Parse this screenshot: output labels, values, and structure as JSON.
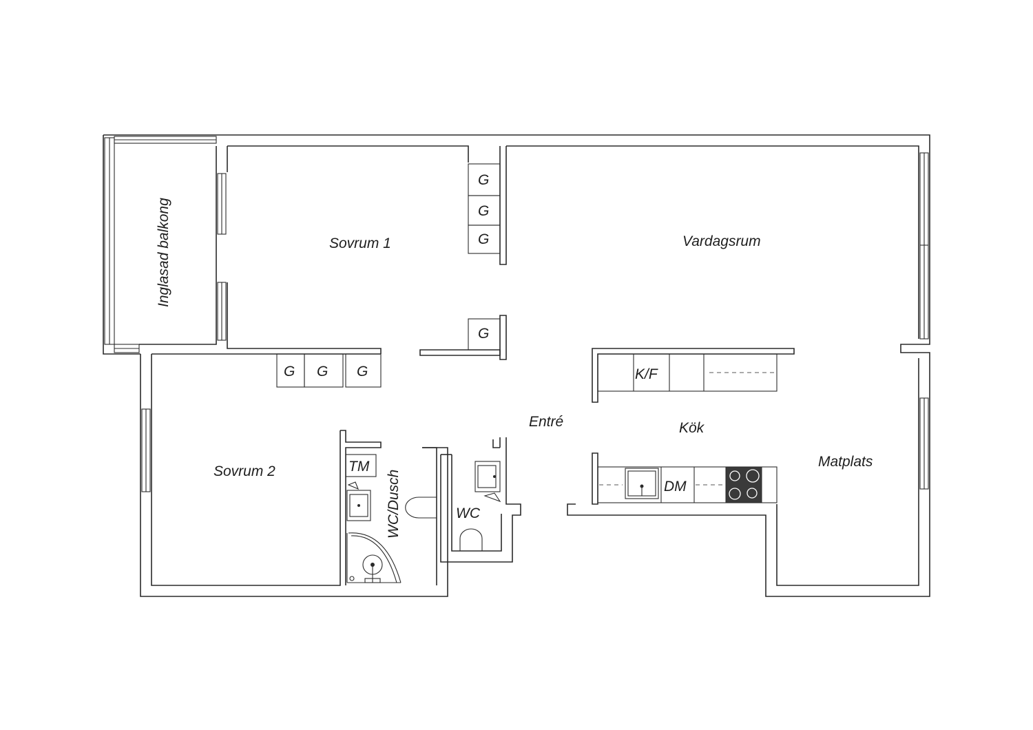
{
  "rooms": {
    "balcony": "Inglasad balkong",
    "bedroom1": "Sovrum 1",
    "bedroom2": "Sovrum 2",
    "living": "Vardagsrum",
    "entrance": "Entré",
    "kitchen": "Kök",
    "dining": "Matplats",
    "bathroom": "WC/Dusch",
    "wc": "WC"
  },
  "fixtures": {
    "wardrobe": "G",
    "fridge_freezer": "K/F",
    "dishwasher": "DM",
    "washing_machine": "TM"
  },
  "colors": {
    "walls": "#2a2a2a",
    "stove": "#3a3a3a",
    "background": "#ffffff"
  }
}
